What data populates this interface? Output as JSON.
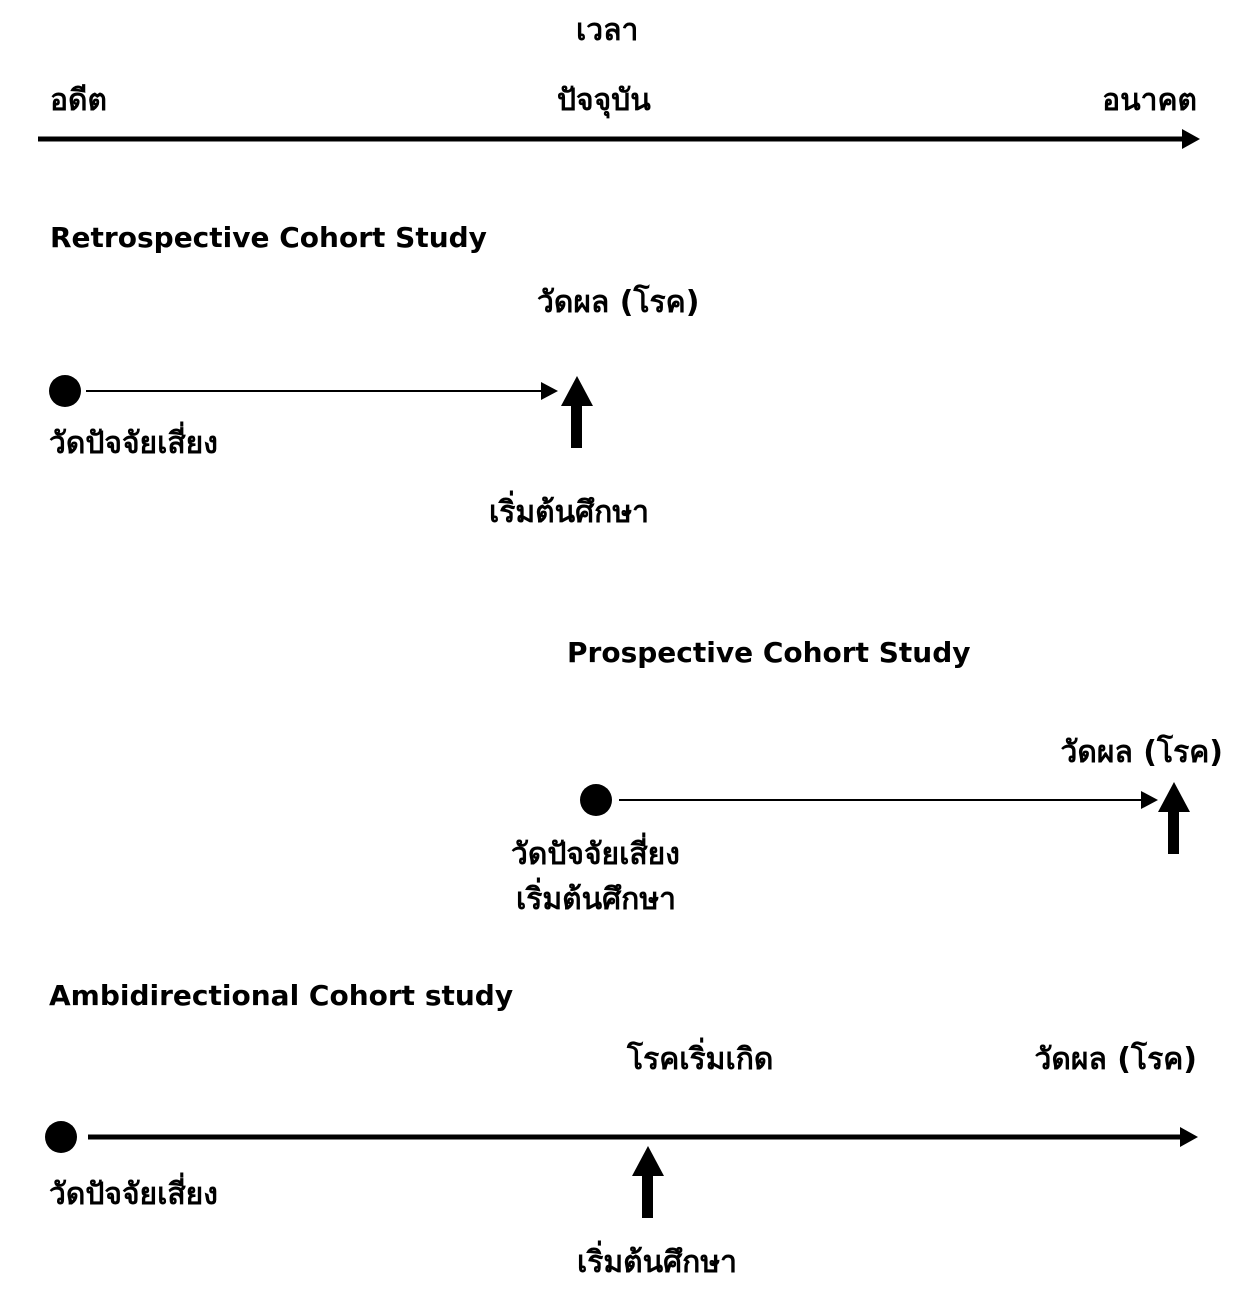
{
  "timeline": {
    "title": "เวลา",
    "past": "อดีต",
    "present": "ปัจจุบัน",
    "future": "อนาคต"
  },
  "retrospective": {
    "title": "Retrospective Cohort Study",
    "outcome": "วัดผล (โรค)",
    "exposure": "วัดปัจจัยเสี่ยง",
    "start": "เริ่มต้นศึกษา"
  },
  "prospective": {
    "title": "Prospective Cohort Study",
    "outcome": "วัดผล (โรค)",
    "exposure_line1": "วัดปัจจัยเสี่ยง",
    "exposure_line2": "เริ่มต้นศึกษา"
  },
  "ambidirectional": {
    "title": "Ambidirectional Cohort study",
    "onset": "โรคเริ่มเกิด",
    "outcome": "วัดผล (โรค)",
    "exposure": "วัดปัจจัยเสี่ยง",
    "start": "เริ่มต้นศึกษา"
  }
}
